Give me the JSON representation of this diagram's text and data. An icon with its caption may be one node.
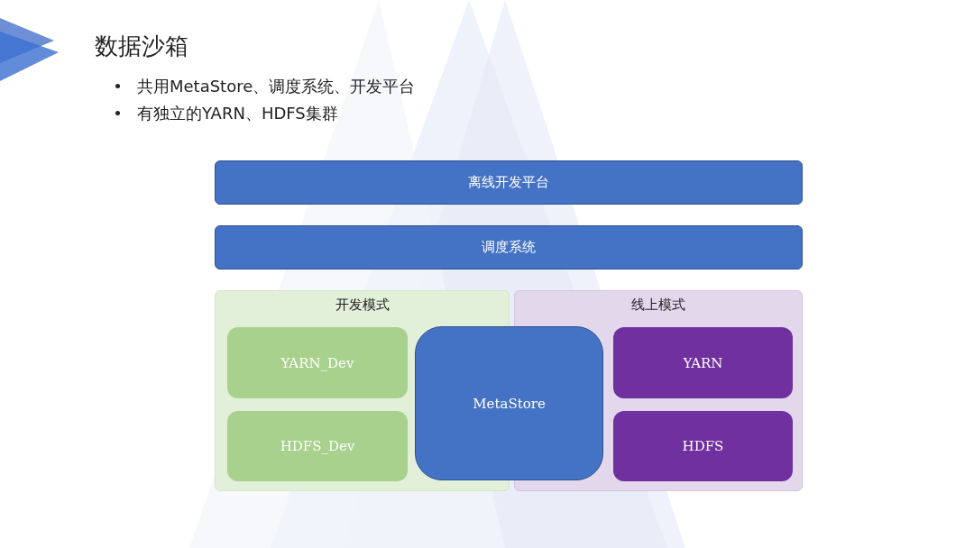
{
  "diagram": {
    "title": "数据沙箱",
    "nodes": [
      {
        "text": [
          "离线开发平台"
        ]
      },
      {
        "text": [
          "调度系统"
        ]
      },
      {
        "text": [
          "开发模式"
        ]
      },
      {
        "text": [
          "线上模式"
        ]
      },
      {
        "text": [
          "YARN_Dev"
        ],
        "in": 2
      },
      {
        "text": [
          "HDFS_Dev"
        ],
        "in": 2
      },
      {
        "text": [
          "MetaStore"
        ]
      },
      {
        "text": [
          "YARN"
        ],
        "in": 3
      },
      {
        "text": [
          "HDFS"
        ],
        "in": 3
      }
    ],
    "edges": [],
    "labels": [
      "共用MetaStore、调度系统、开发平台",
      "有独立的YARN、HDFS集群"
    ]
  }
}
